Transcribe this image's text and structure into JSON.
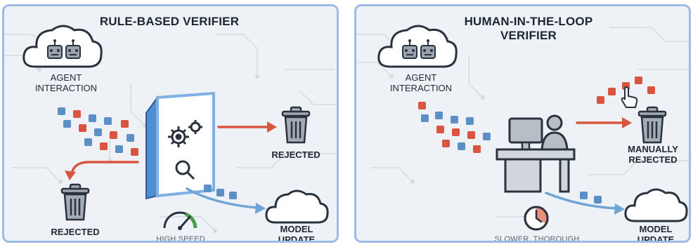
{
  "left_panel": {
    "title": "RULE-BASED VERIFIER",
    "agent_label": "AGENT\nINTERACTION",
    "rejected_right": "REJECTED",
    "rejected_left": "REJECTED",
    "model_update": "MODEL\nUPDATE",
    "speed_caption": "HIGH SPEED"
  },
  "right_panel": {
    "title": "HUMAN-IN-THE-LOOP\nVERIFIER",
    "agent_label": "AGENT\nINTERACTION",
    "manually_rejected": "MANUALLY\nREJECTED",
    "model_update": "MODEL\nUPDATE",
    "speed_caption": "SLOWER, THOROUGH"
  },
  "colors": {
    "blue_block": "#5b8fc6",
    "red_block": "#d9553f",
    "arrow_red": "#d9553f",
    "arrow_blue": "#6fa5d6",
    "panel_border": "#9dbbe6"
  },
  "icons": [
    "cloud-robots-icon",
    "verifier-box-icon",
    "gear-icon",
    "magnifier-icon",
    "trash-can-icon",
    "cloud-icon",
    "speedometer-icon",
    "human-desk-icon",
    "hand-pointer-icon",
    "clock-icon"
  ]
}
